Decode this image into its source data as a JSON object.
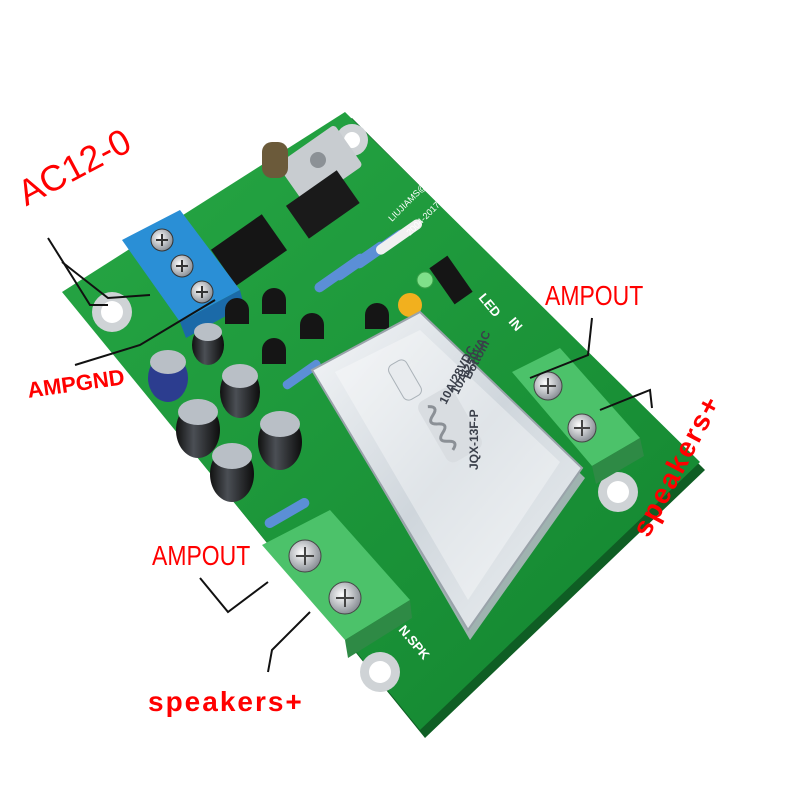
{
  "annotations": {
    "ac_input": "AC12-0",
    "amp_gnd": "AMPGND",
    "amp_out_right": "AMPOUT",
    "amp_out_left": "AMPOUT",
    "speakers_right": "speakers+",
    "speakers_bottom": "speakers+"
  },
  "board_silkscreen": {
    "website": "LIUJIAMS@FOXMAIL.COM",
    "date": "2004-2017",
    "led": "LED",
    "in": "IN",
    "spk": "N.SPK",
    "relay_model": "JQX-13F-P",
    "relay_rating_1": "10A/250VAC",
    "relay_rating_2": "10A/28VDC",
    "relay_side": "Bottom"
  },
  "colors": {
    "annotation": "#ff0000",
    "pcb": "#1e9a3c",
    "terminal_blue": "#2a8fd6",
    "terminal_green": "#4cc26a"
  }
}
